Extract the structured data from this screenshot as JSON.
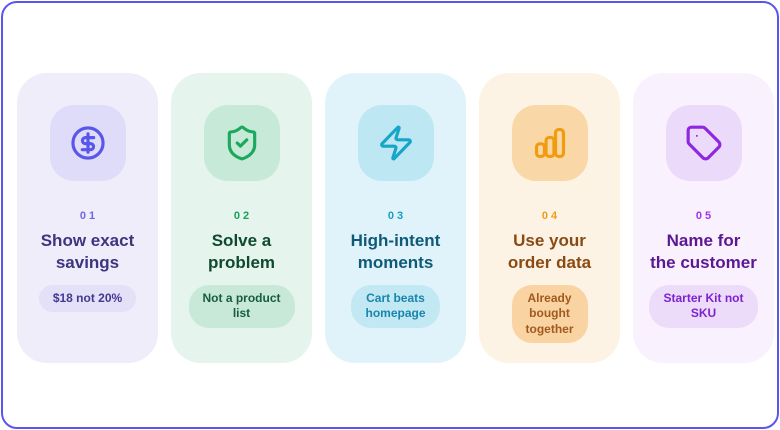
{
  "panel": {
    "background": "#ffffff",
    "border_color": "#5b55ee"
  },
  "cards": [
    {
      "number": "01",
      "icon": "circle-dollar-icon",
      "title": "Show exact savings",
      "title_lines": [
        "Show exact",
        "savings"
      ],
      "badge": "$18 not 20%",
      "badge_lines": [
        "$18 not 20%"
      ],
      "colors": {
        "card_bg": "#efedfa",
        "tile_bg": "#dedcf8",
        "icon": "#5956e9",
        "number": "#6f66e4",
        "title": "#3d3580",
        "badge_bg": "#e3e0f8",
        "badge_text": "#42398f"
      }
    },
    {
      "number": "02",
      "icon": "shield-check-icon",
      "title": "Solve a problem",
      "title_lines": [
        "Solve a",
        "problem"
      ],
      "badge": "Not a product list",
      "badge_lines": [
        "Not a product",
        "list"
      ],
      "colors": {
        "card_bg": "#e5f4ec",
        "tile_bg": "#c6ead7",
        "icon": "#1ca95f",
        "number": "#18a05b",
        "title": "#10492f",
        "badge_bg": "#c9e9d8",
        "badge_text": "#175c3e"
      }
    },
    {
      "number": "03",
      "icon": "lightning-icon",
      "title": "High-intent moments",
      "title_lines": [
        "High-intent",
        "moments"
      ],
      "badge": "Cart beats homepage",
      "badge_lines": [
        "Cart beats",
        "homepage"
      ],
      "colors": {
        "card_bg": "#e0f3fa",
        "tile_bg": "#bde7f3",
        "icon": "#17a5c8",
        "number": "#189ec0",
        "title": "#0f5a78",
        "badge_bg": "#c2e8f4",
        "badge_text": "#1886ac"
      }
    },
    {
      "number": "04",
      "icon": "bar-chart-icon",
      "title": "Use your order data",
      "title_lines": [
        "Use your",
        "order data"
      ],
      "badge": "Already bought together",
      "badge_lines": [
        "Already",
        "bought",
        "together"
      ],
      "colors": {
        "card_bg": "#fdf3e5",
        "tile_bg": "#fad7a6",
        "icon": "#f19c0e",
        "number": "#ee9c17",
        "title": "#8a4a12",
        "badge_bg": "#f9d4a2",
        "badge_text": "#a2591d"
      }
    },
    {
      "number": "05",
      "icon": "tag-icon",
      "title": "Name for the customer",
      "title_lines": [
        "Name for",
        "the customer"
      ],
      "badge": "Starter Kit not SKU",
      "badge_lines": [
        "Starter Kit not",
        "SKU"
      ],
      "colors": {
        "card_bg": "#f9f1fd",
        "tile_bg": "#ebdaf9",
        "icon": "#8e28e0",
        "number": "#a233e8",
        "title": "#5c1793",
        "badge_bg": "#ecdcfa",
        "badge_text": "#7e22ce"
      }
    }
  ]
}
